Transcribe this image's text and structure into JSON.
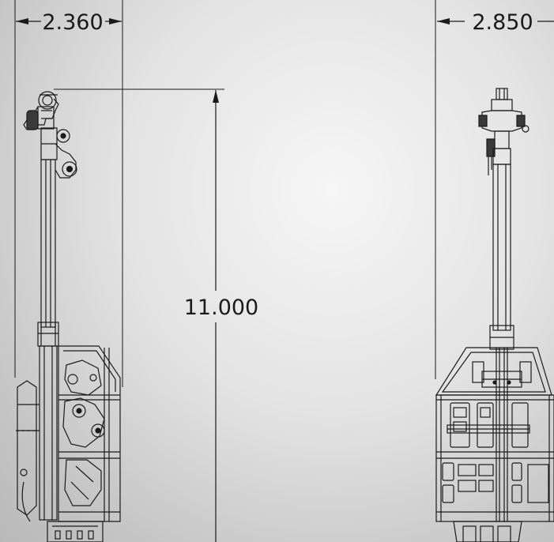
{
  "dimensions": {
    "left_width": "2.360",
    "height": "11.000",
    "right_width": "2.850"
  },
  "colors": {
    "line": "#1a1a1a",
    "background_light": "#f6f6f6",
    "background_dark": "#b9b9b9"
  }
}
